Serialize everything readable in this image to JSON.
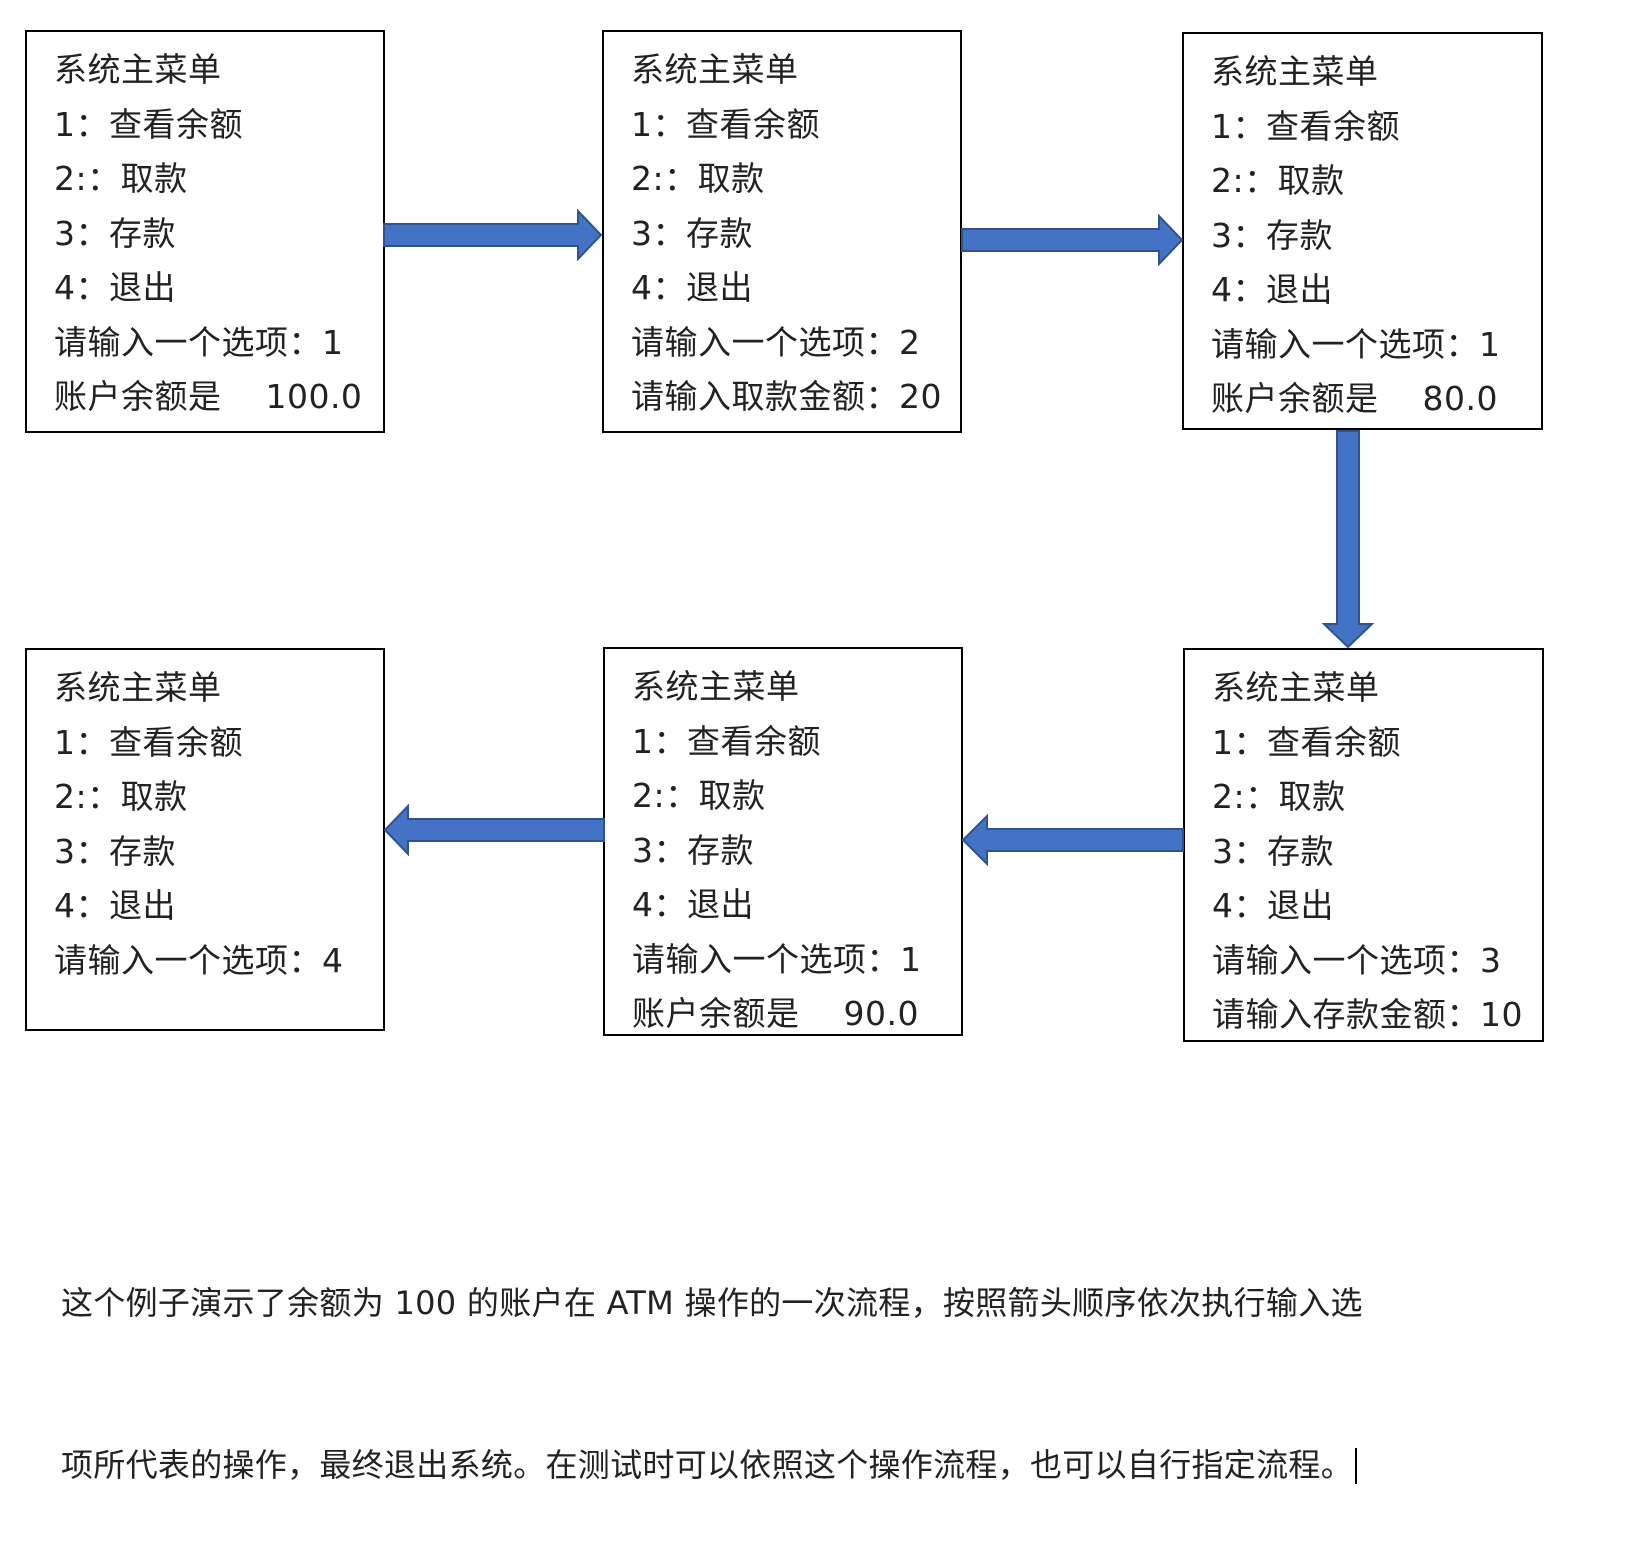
{
  "boxes": [
    {
      "id": "step-1",
      "lines": [
        "系统主菜单",
        "1：查看余额",
        "2:：取款",
        "3：存款",
        "4：退出",
        "请输入一个选项：1",
        "账户余额是    100.0"
      ]
    },
    {
      "id": "step-2",
      "lines": [
        "系统主菜单",
        "1：查看余额",
        "2:：取款",
        "3：存款",
        "4：退出",
        "请输入一个选项：2",
        "请输入取款金额：20"
      ]
    },
    {
      "id": "step-3",
      "lines": [
        "系统主菜单",
        "1：查看余额",
        "2:：取款",
        "3：存款",
        "4：退出",
        "请输入一个选项：1",
        "账户余额是    80.0"
      ]
    },
    {
      "id": "step-4",
      "lines": [
        "系统主菜单",
        "1：查看余额",
        "2:：取款",
        "3：存款",
        "4：退出",
        "请输入一个选项：3",
        "请输入存款金额：10"
      ]
    },
    {
      "id": "step-5",
      "lines": [
        "系统主菜单",
        "1：查看余额",
        "2:：取款",
        "3：存款",
        "4：退出",
        "请输入一个选项：1",
        "账户余额是    90.0"
      ]
    },
    {
      "id": "step-6",
      "lines": [
        "系统主菜单",
        "1：查看余额",
        "2:：取款",
        "3：存款",
        "4：退出",
        "请输入一个选项：4"
      ]
    }
  ],
  "caption": {
    "line1": "这个例子演示了余额为 100 的账户在 ATM 操作的一次流程，按照箭头顺序依次执行输入选",
    "line2": "项所代表的操作，最终退出系统。在测试时可以依照这个操作流程，也可以自行指定流程。"
  },
  "colors": {
    "arrow_fill": "#4472C4",
    "arrow_stroke": "#2F528F",
    "box_border": "#000000"
  }
}
